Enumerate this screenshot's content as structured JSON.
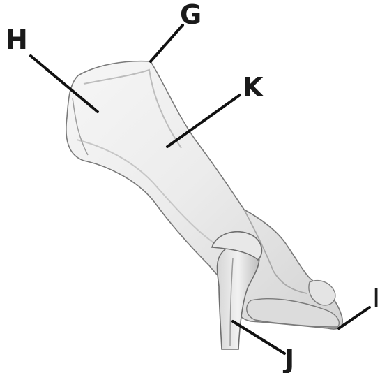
{
  "diagram": {
    "labels": [
      {
        "id": "G",
        "text": "G"
      },
      {
        "id": "H",
        "text": "H"
      },
      {
        "id": "K",
        "text": "K"
      },
      {
        "id": "I",
        "text": "I"
      },
      {
        "id": "J",
        "text": "J"
      }
    ]
  },
  "colors": {
    "ink": "#1a1a1a",
    "bone_fill": "#eeeeee",
    "bone_shade": "#c9c9c9",
    "bone_edge": "#7a7a7a",
    "background": "#ffffff"
  }
}
